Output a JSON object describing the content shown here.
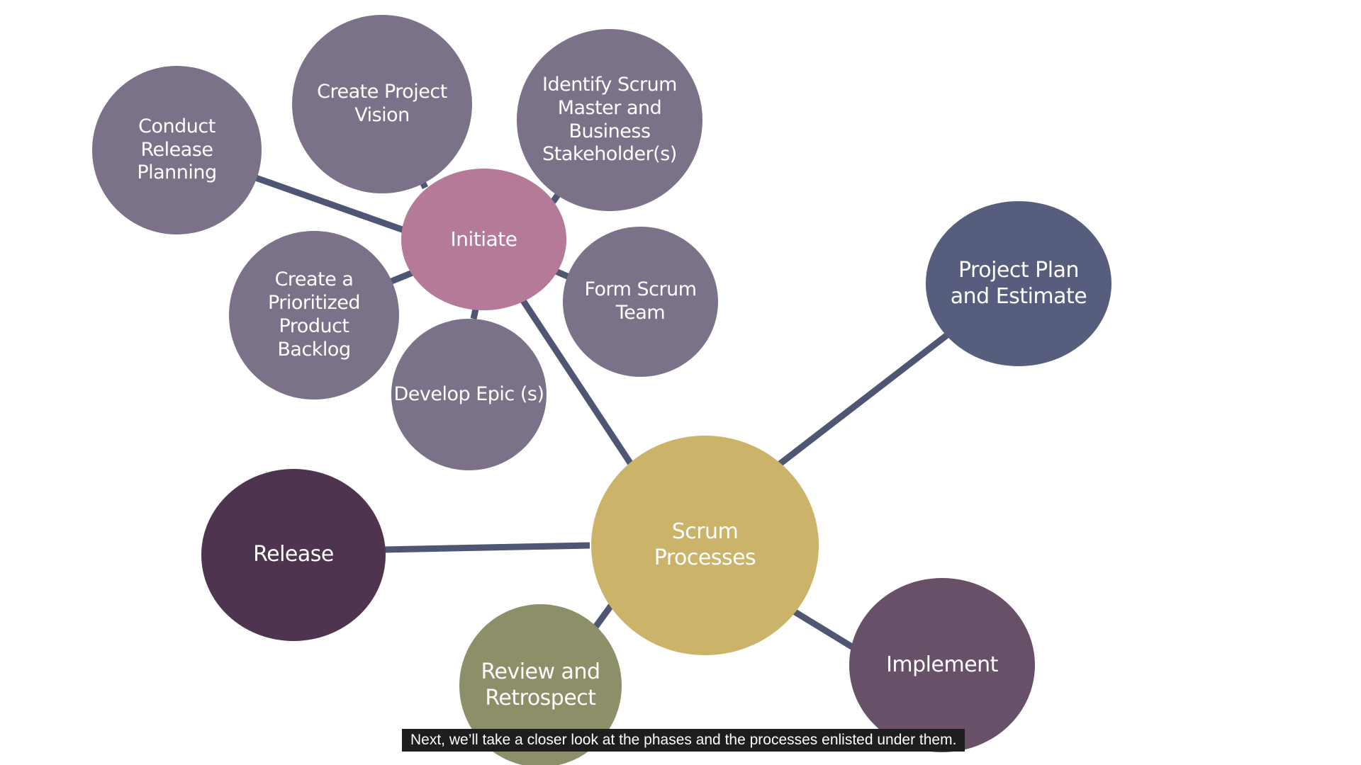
{
  "diagram": {
    "center": {
      "label": "Scrum\nProcesses",
      "color": "#cbb46a"
    },
    "phases": [
      {
        "id": "initiate",
        "label": "Initiate",
        "color": "#b57a98"
      },
      {
        "id": "plan",
        "label": "Project Plan\nand Estimate",
        "color": "#575d7c"
      },
      {
        "id": "implement",
        "label": "Implement",
        "color": "#685069"
      },
      {
        "id": "review",
        "label": "Review and\nRetrospect",
        "color": "#8d8f69"
      },
      {
        "id": "release",
        "label": "Release",
        "color": "#4f3450"
      }
    ],
    "initiate_processes": [
      {
        "label": "Create Project\nVision"
      },
      {
        "label": "Identify Scrum\nMaster and\nBusiness\nStakeholder(s)"
      },
      {
        "label": "Form Scrum\nTeam"
      },
      {
        "label": "Develop Epic (s)"
      },
      {
        "label": "Create a\nPrioritized\nProduct\nBacklog"
      },
      {
        "label": "Conduct\nRelease\nPlanning"
      }
    ],
    "connector_color": "#4f5674",
    "process_color": "#7b7189"
  },
  "subtitle": {
    "text": "Next, we’ll take a closer look at the phases and the processes enlisted under them."
  }
}
